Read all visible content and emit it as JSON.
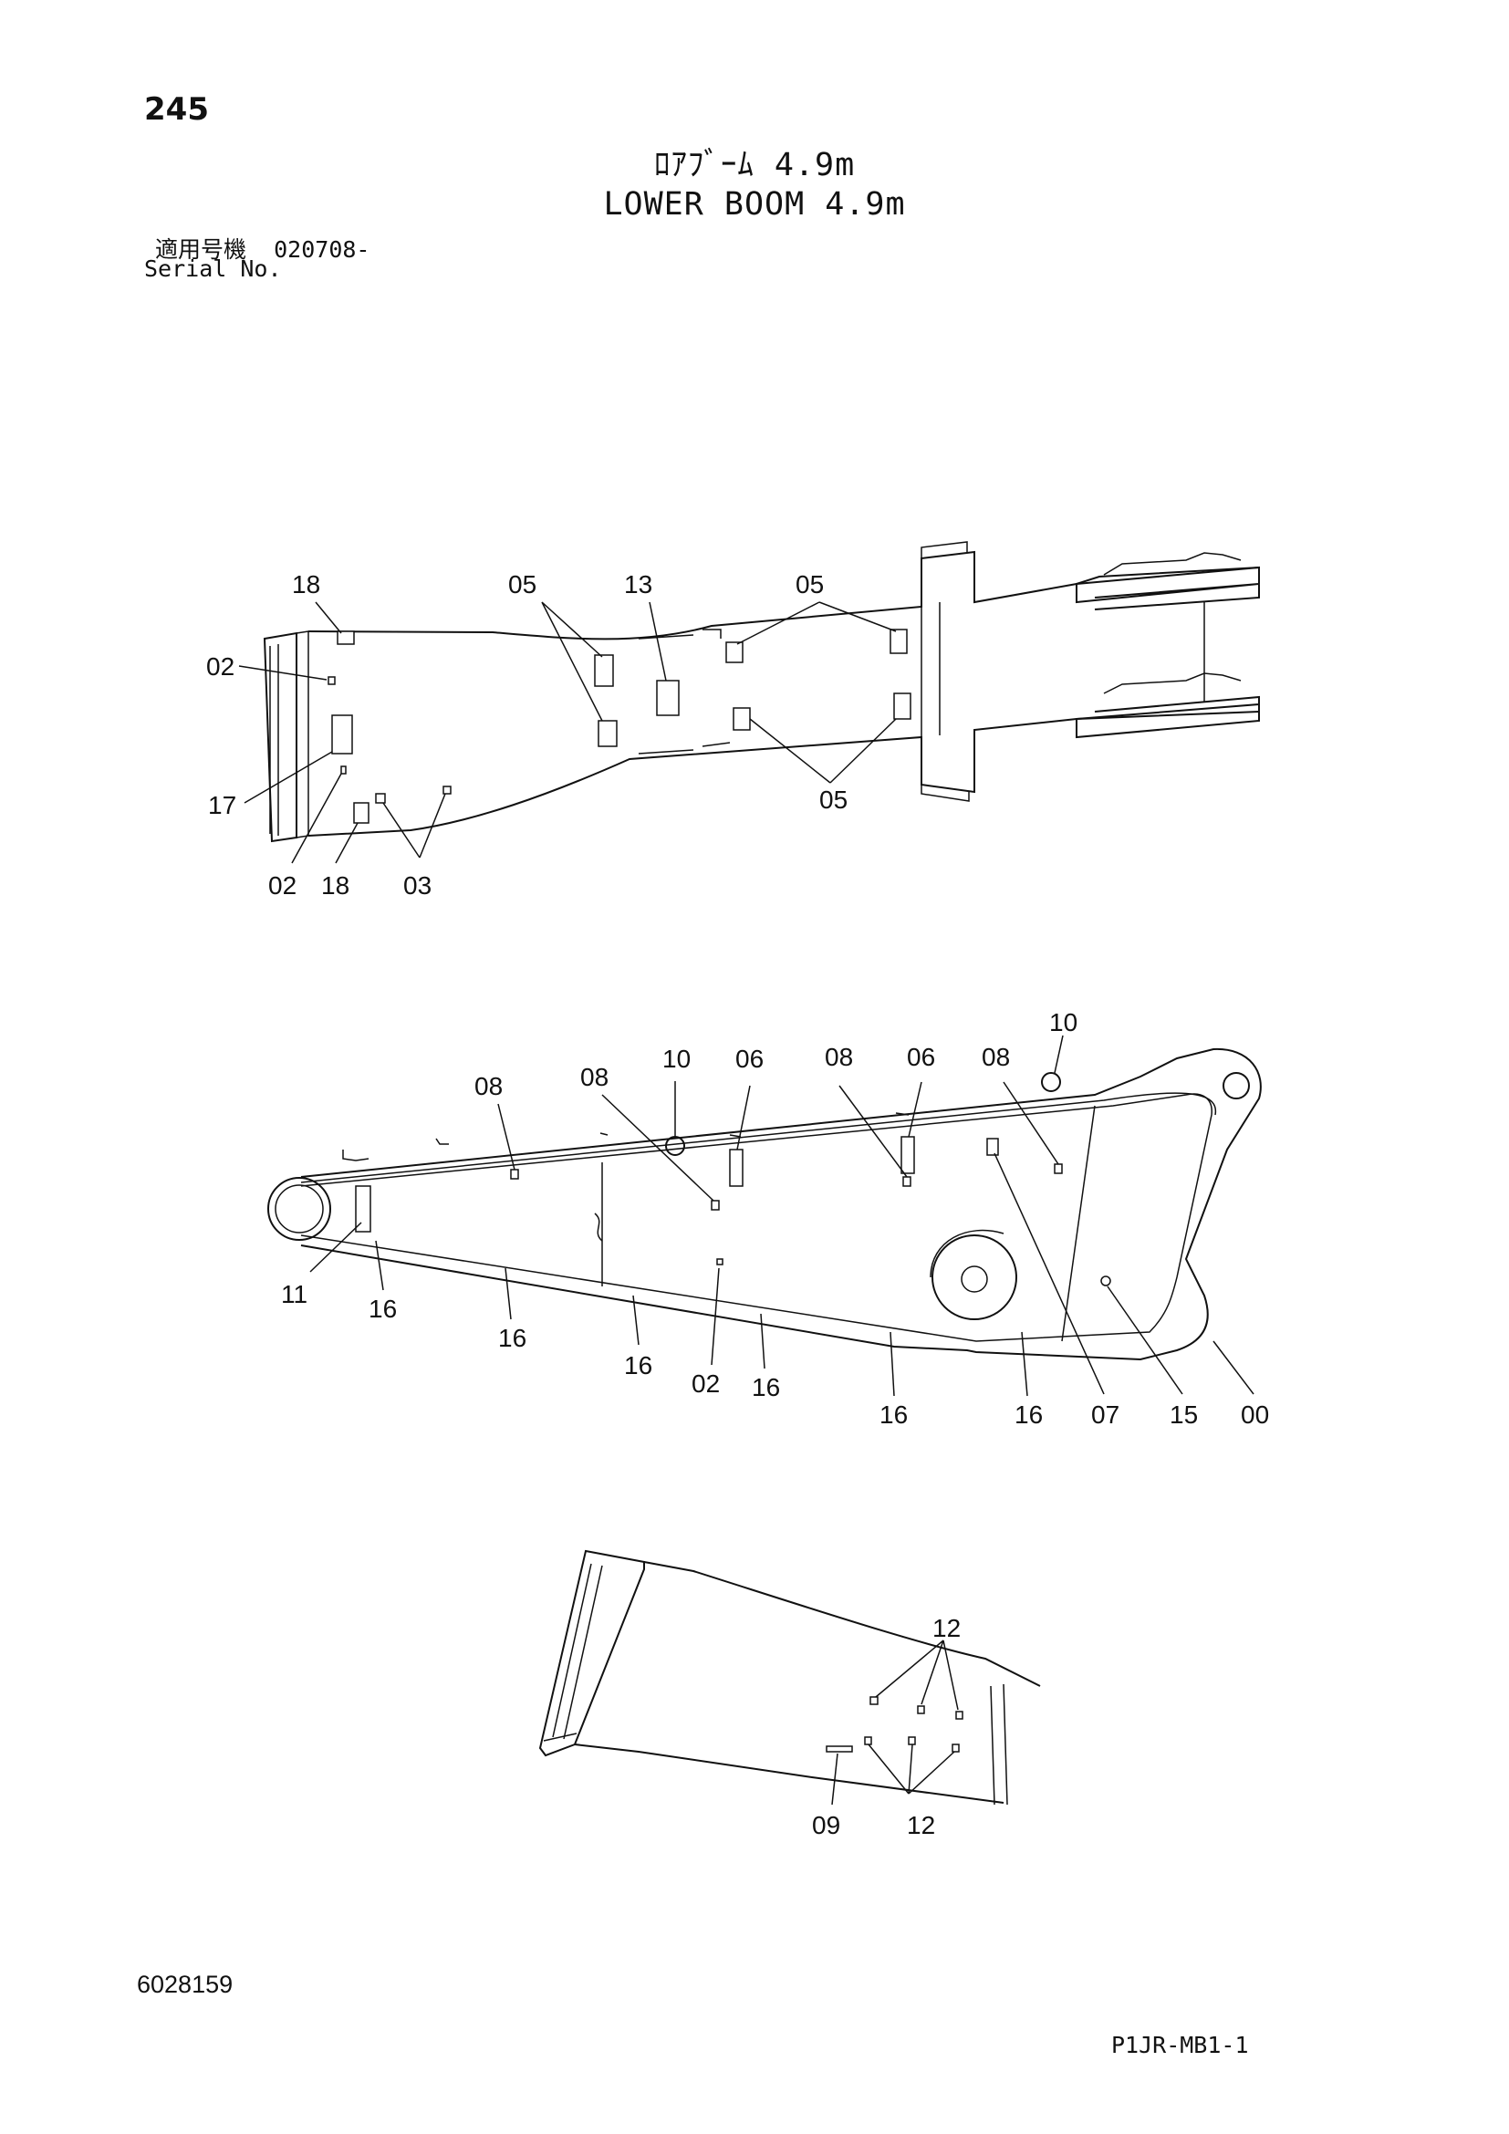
{
  "page_number": "245",
  "title_jp": "ﾛｱﾌﾞｰﾑ 4.9m",
  "title_en": "LOWER BOOM 4.9m",
  "serial_label_jp": "適用号機",
  "serial_value": "020708-",
  "serial_label_en": "Serial No.",
  "doc_number": "6028159",
  "part_code": "P1JR-MB1-1",
  "callouts": {
    "top_view": {
      "c18a": "18",
      "c05a": "05",
      "c13": "13",
      "c05b": "05",
      "c02a": "02",
      "c17": "17",
      "c05c": "05",
      "c02b": "02",
      "c18b": "18",
      "c03": "03"
    },
    "side_view": {
      "c10a": "10",
      "c08a": "08",
      "c08b": "08",
      "c10b": "10",
      "c06a": "06",
      "c08c": "08",
      "c06b": "06",
      "c08d": "08",
      "c11": "11",
      "c16a": "16",
      "c16b": "16",
      "c16c": "16",
      "c02": "02",
      "c16d": "16",
      "c16e": "16",
      "c16f": "16",
      "c07": "07",
      "c15": "15",
      "c00": "00"
    },
    "bottom_view": {
      "c12a": "12",
      "c09": "09",
      "c12b": "12"
    }
  }
}
